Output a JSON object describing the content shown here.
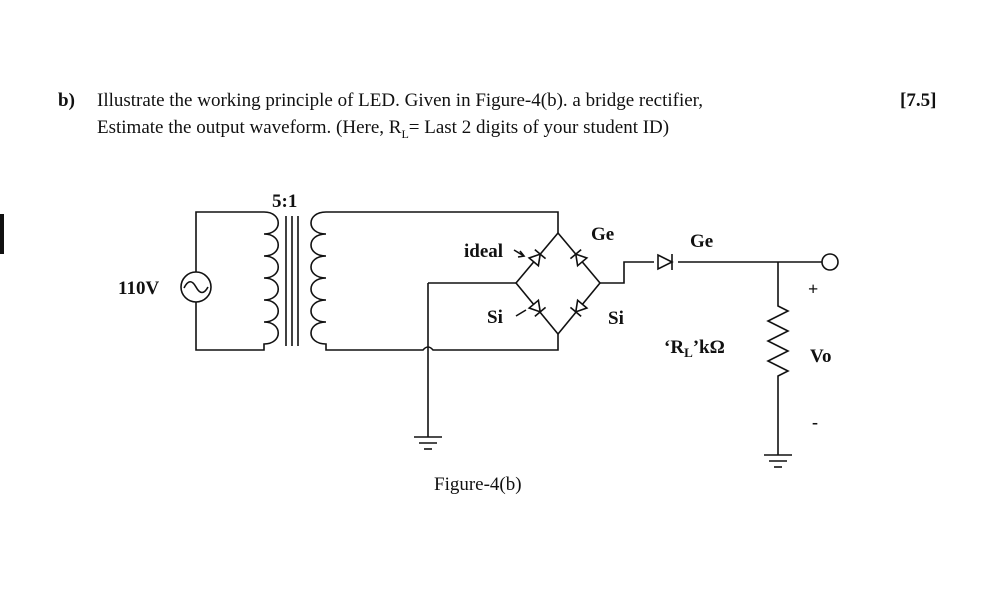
{
  "question": {
    "label": "b)",
    "line1": "Illustrate the working principle of LED. Given in Figure-4(b). a bridge rectifier,",
    "line2": "Estimate the output waveform. (Here, R",
    "line2_sub": "L",
    "line2_end": "= Last 2 digits of your student ID)",
    "marks": "[7.5]"
  },
  "circuit": {
    "source_label": "110V",
    "turns_ratio": "5:1",
    "diode_ideal_label": "ideal",
    "diode_si_left_label": "Si",
    "diode_ge_bridge_label": "Ge",
    "diode_si_right_label": "Si",
    "diode_ge_series_label": "Ge",
    "load_label": "‘R",
    "load_label_sub": "L",
    "load_label_end": "’kΩ",
    "plus_sign": "+",
    "minus_sign": "-",
    "output_label": "Vo"
  },
  "figure_caption": "Figure-4(b)"
}
